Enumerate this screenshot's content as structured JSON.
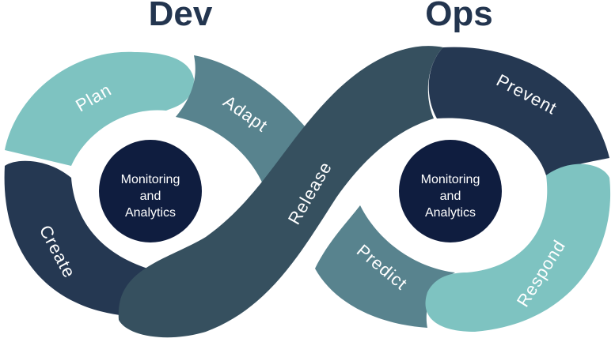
{
  "header": {
    "left_title": "Dev",
    "right_title": "Ops"
  },
  "colors": {
    "title": "#23354f",
    "light_teal": "#7ec3c1",
    "mid_teal": "#58838e",
    "slate": "#36505f",
    "navy": "#253852",
    "hub": "#0f1d3f"
  },
  "segments": {
    "plan": "Plan",
    "adapt": "Adapt",
    "create": "Create",
    "release": "Release",
    "prevent": "Prevent",
    "predict": "Predict",
    "respond": "Respond"
  },
  "left_hub": {
    "line1": "Monitoring",
    "line2": "and",
    "line3": "Analytics"
  },
  "right_hub": {
    "line1": "Monitoring",
    "line2": "and",
    "line3": "Analytics"
  }
}
